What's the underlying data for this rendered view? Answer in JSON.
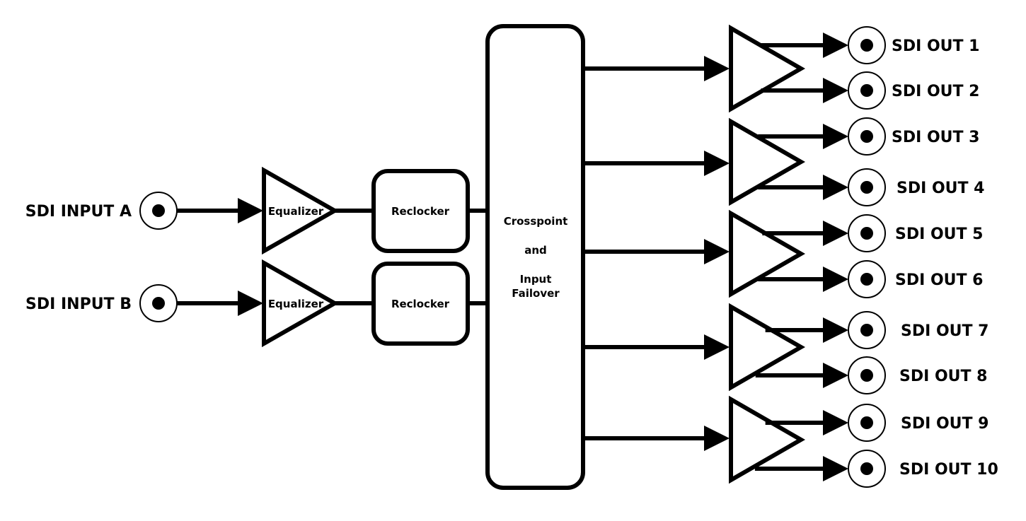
{
  "colors": {
    "line": "#000000",
    "background": "#ffffff"
  },
  "inputs": [
    {
      "label": "SDI INPUT A",
      "equalizer": "Equalizer",
      "reclocker": "Reclocker"
    },
    {
      "label": "SDI INPUT B",
      "equalizer": "Equalizer",
      "reclocker": "Reclocker"
    }
  ],
  "crosspoint": {
    "lines": [
      "Crosspoint",
      "and",
      "Input",
      "Failover"
    ]
  },
  "amplifiers": [
    {
      "outputs": [
        "SDI OUT 1",
        "SDI OUT 2"
      ]
    },
    {
      "outputs": [
        "SDI OUT 3",
        "SDI OUT 4"
      ]
    },
    {
      "outputs": [
        "SDI OUT 5",
        "SDI OUT 6"
      ]
    },
    {
      "outputs": [
        "SDI OUT 7",
        "SDI OUT 8"
      ]
    },
    {
      "outputs": [
        "SDI OUT 9",
        "SDI OUT 10"
      ]
    }
  ],
  "connector_icon": "bnc-connector-icon"
}
